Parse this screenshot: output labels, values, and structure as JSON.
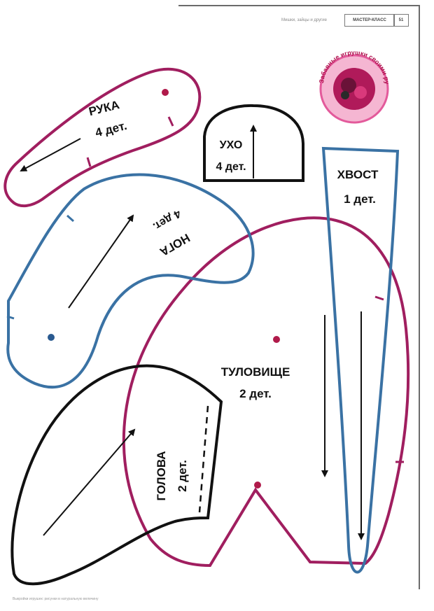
{
  "header": {
    "left_caption": "Мишки, зайцы и другие",
    "section": "МАСТЕР-КЛАСС",
    "page_number": "51"
  },
  "badge": {
    "text": "Забавные игрушки своими руками"
  },
  "pieces": {
    "arm": {
      "name": "РУКА",
      "count": "4 дет."
    },
    "ear": {
      "name": "УХО",
      "count": "4 дет."
    },
    "tail": {
      "name": "ХВОСТ",
      "count": "1 дет."
    },
    "leg": {
      "name": "НОГА",
      "count": "4 дет."
    },
    "body": {
      "name": "ТУЛОВИЩЕ",
      "count": "2 дет."
    },
    "head": {
      "name": "ГОЛОВА",
      "count": "2 дет."
    }
  },
  "footer": {
    "text": "Выкройки игрушек: рисунки в натуральную величину"
  },
  "colors": {
    "magenta": "#a01e5f",
    "blue": "#3a72a4",
    "black": "#1a1a1a",
    "badge_pink": "#e8559a"
  }
}
